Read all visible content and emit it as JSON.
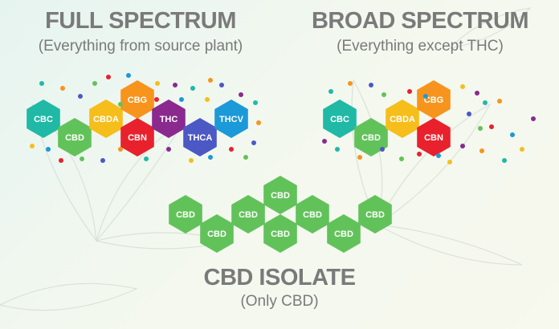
{
  "panels": {
    "full": {
      "title": "FULL SPECTRUM",
      "subtitle": "(Everything from source plant)",
      "hexes": [
        {
          "label": "CBC",
          "color": "#1fb9a6"
        },
        {
          "label": "CBD",
          "color": "#62c25a"
        },
        {
          "label": "CBDA",
          "color": "#f5be1b"
        },
        {
          "label": "CBG",
          "color": "#f7941d"
        },
        {
          "label": "CBN",
          "color": "#e8212d"
        },
        {
          "label": "THC",
          "color": "#8a2a8e"
        },
        {
          "label": "THCA",
          "color": "#4c58c4"
        },
        {
          "label": "THCV",
          "color": "#1c99d8"
        }
      ]
    },
    "broad": {
      "title": "BROAD SPECTRUM",
      "subtitle": "(Everything except THC)",
      "hexes": [
        {
          "label": "CBC",
          "color": "#1fb9a6"
        },
        {
          "label": "CBD",
          "color": "#62c25a"
        },
        {
          "label": "CBDA",
          "color": "#f5be1b"
        },
        {
          "label": "CBG",
          "color": "#f7941d"
        },
        {
          "label": "CBN",
          "color": "#e8212d"
        }
      ]
    },
    "isolate": {
      "title": "CBD ISOLATE",
      "subtitle": "(Only CBD)",
      "hexes": [
        {
          "label": "CBD",
          "color": "#62c25a"
        },
        {
          "label": "CBD",
          "color": "#62c25a"
        },
        {
          "label": "CBD",
          "color": "#62c25a"
        },
        {
          "label": "CBD",
          "color": "#62c25a"
        },
        {
          "label": "CBD",
          "color": "#62c25a"
        },
        {
          "label": "CBD",
          "color": "#62c25a"
        },
        {
          "label": "CBD",
          "color": "#62c25a"
        },
        {
          "label": "CBD",
          "color": "#62c25a"
        }
      ]
    }
  },
  "colors": {
    "heading": "#7a7a7a",
    "dots": [
      "#1fb9a6",
      "#62c25a",
      "#f5be1b",
      "#f7941d",
      "#e8212d",
      "#8a2a8e",
      "#4c58c4",
      "#1c99d8"
    ]
  }
}
